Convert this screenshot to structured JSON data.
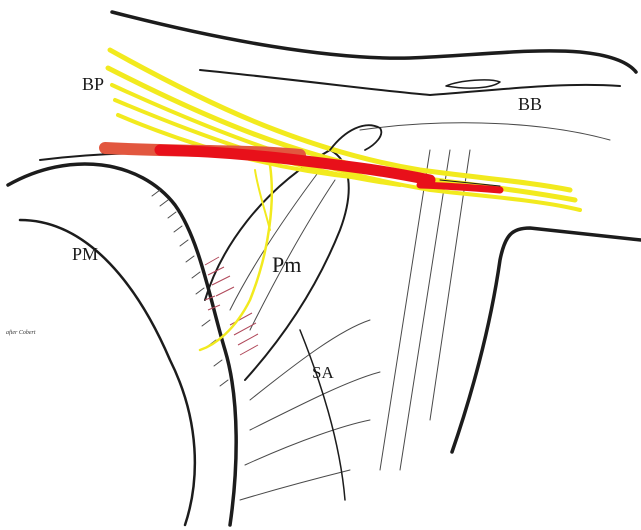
{
  "labels": {
    "bp": "BP",
    "bb": "BB",
    "pm_major": "PM",
    "pm_minor": "Pm",
    "sa": "SA",
    "credit": "after Cobert"
  },
  "colors": {
    "nerve": "#f2ea1e",
    "artery": "#e8101a",
    "vein": "#e2573f",
    "ink": "#1c1c1c",
    "hatch": "#b0485a"
  },
  "icons": {
    "plexus": "brachial-plexus-nerves",
    "artery": "axillary-artery",
    "muscle": "pectoralis-minor-muscle"
  }
}
